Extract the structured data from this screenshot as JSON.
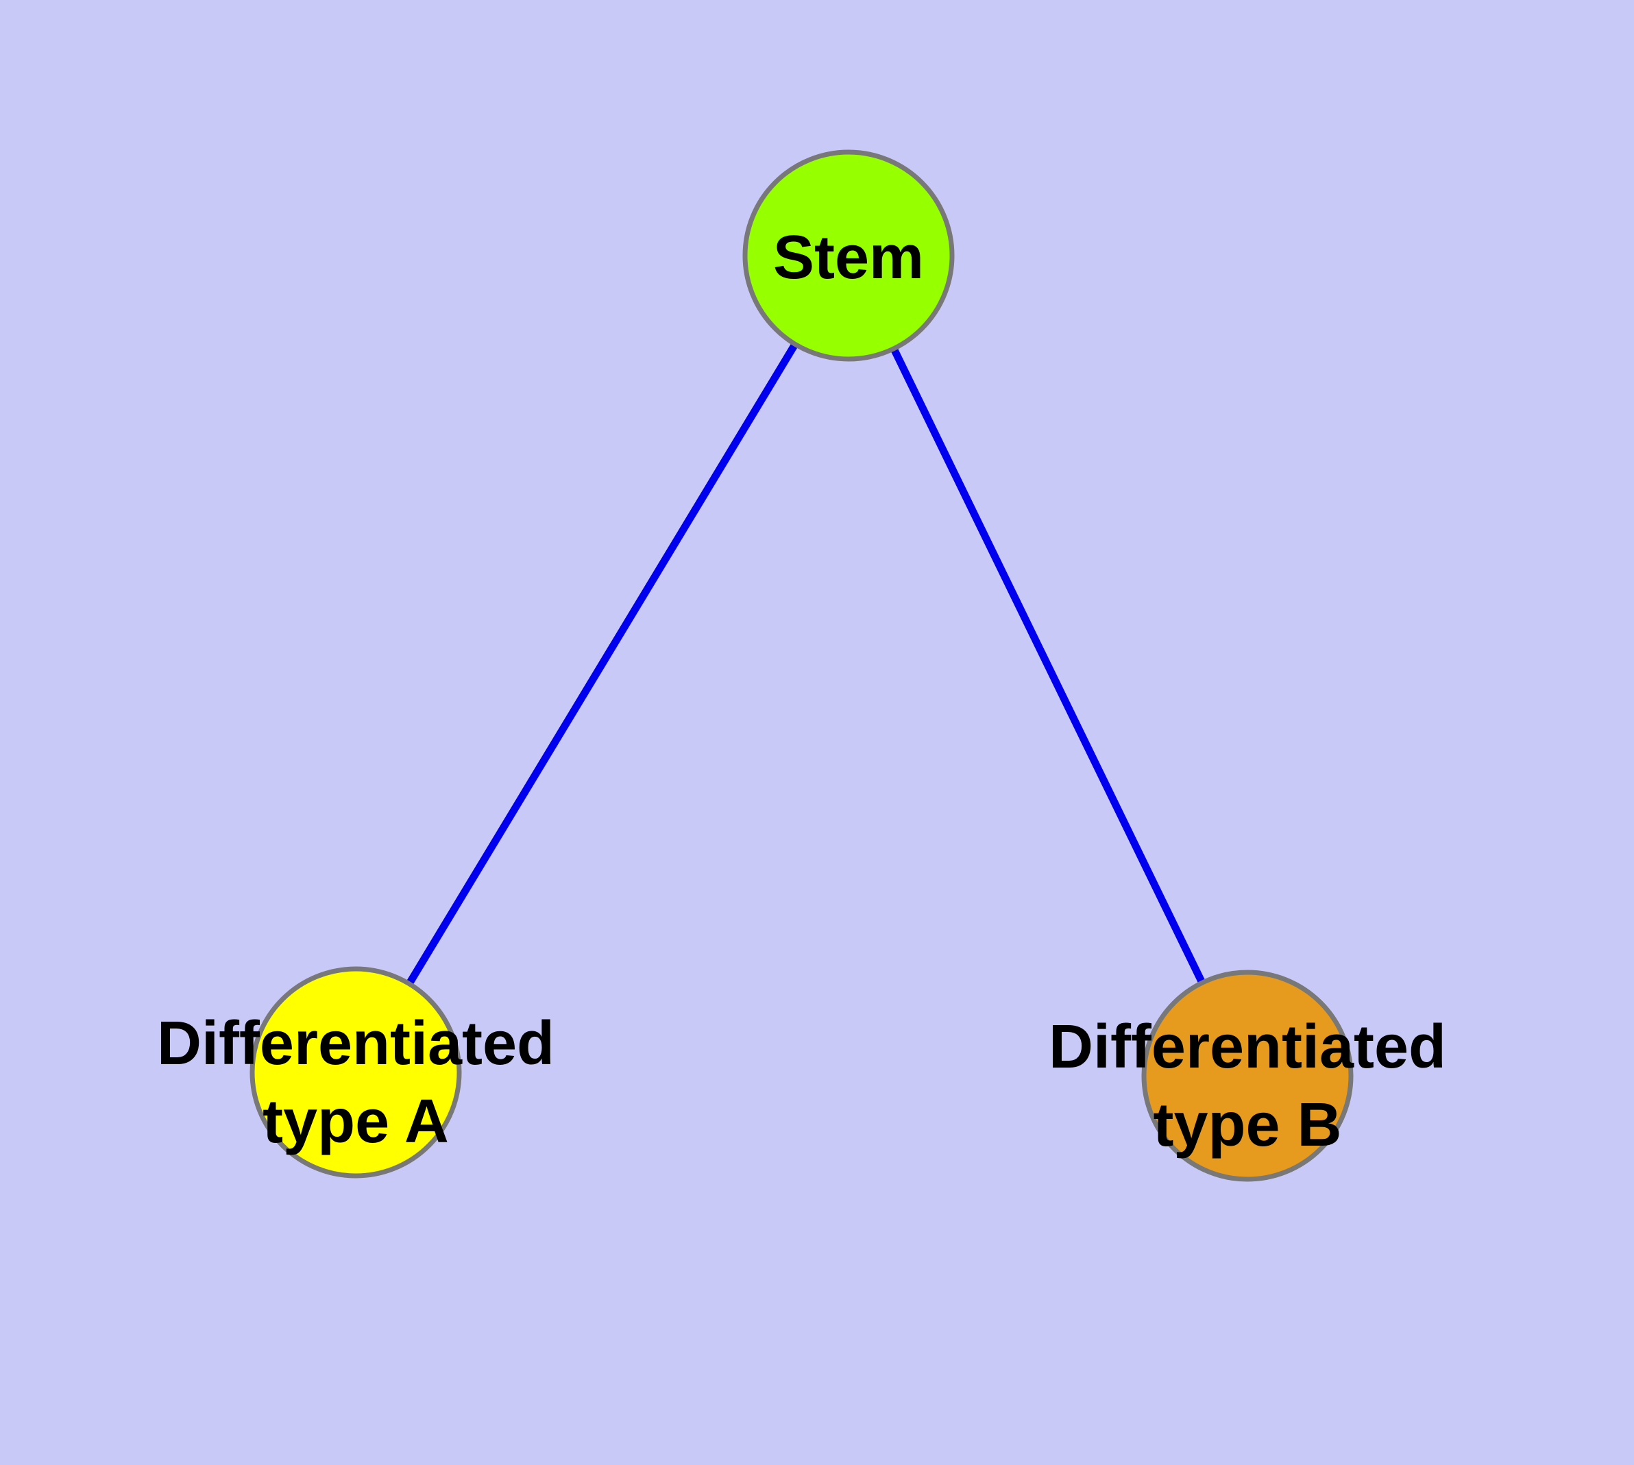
{
  "diagram": {
    "background_color": "#C9C9F8",
    "edge_color": "#0000EE",
    "node_border_color": "#787878",
    "label_color": "#000000",
    "nodes": {
      "stem": {
        "label": "Stem",
        "fill": "#96FF00"
      },
      "type_a": {
        "label": "Differentiated type A",
        "label_line1": "Differentiated",
        "label_line2": "type A",
        "fill": "#FFFF00"
      },
      "type_b": {
        "label": "Differentiated type B",
        "label_line1": "Differentiated",
        "label_line2": "type B",
        "fill": "#E69A1E"
      }
    },
    "edges": [
      {
        "from": "stem",
        "to": "type_a"
      },
      {
        "from": "stem",
        "to": "type_b"
      }
    ]
  }
}
